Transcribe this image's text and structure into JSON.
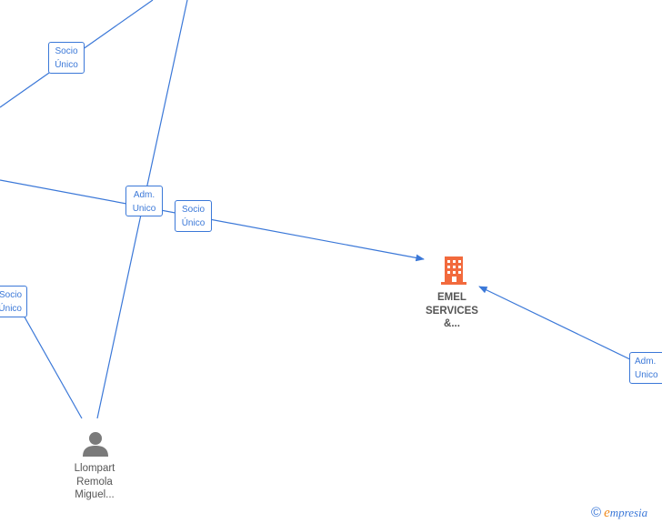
{
  "graph": {
    "edge_labels": [
      {
        "line1": "Socio",
        "line2": "Único"
      },
      {
        "line1": "Adm.",
        "line2": "Unico"
      },
      {
        "line1": "Socio",
        "line2": "Único"
      },
      {
        "line1": "Socio",
        "line2": "Único"
      },
      {
        "line1": "Adm.",
        "line2": "Unico"
      }
    ],
    "company": {
      "line1": "EMEL",
      "line2": "SERVICES",
      "line3": "&...",
      "icon": "building-icon",
      "color": "#f26a3d"
    },
    "person": {
      "line1": "Llompart",
      "line2": "Remola",
      "line3": "Miguel...",
      "icon": "person-icon",
      "color": "#7a7a7a"
    }
  },
  "footer": {
    "copyright_symbol": "©",
    "brand_first": "e",
    "brand_rest": "mpresia"
  },
  "colors": {
    "edge": "#3b78d8",
    "brand_orange": "#f08a1c"
  }
}
